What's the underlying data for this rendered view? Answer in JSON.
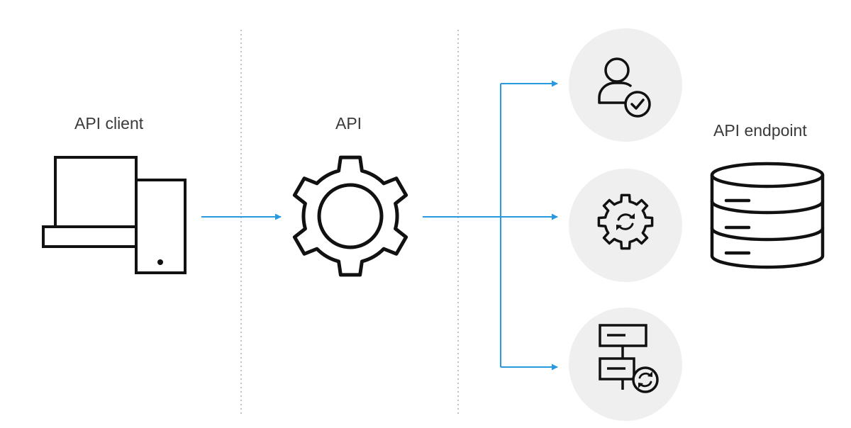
{
  "labels": {
    "client": "API client",
    "api": "API",
    "endpoint": "API endpoint"
  },
  "colors": {
    "arrow": "#2a9ae0",
    "divider": "#a0a0a0",
    "service_circle": "#efefef",
    "icon_stroke": "#111111",
    "label_text": "#3a3a3a"
  },
  "icons": {
    "client": "laptop-phone-icon",
    "api": "gear-icon",
    "services": [
      "user-check-icon",
      "gear-sync-icon",
      "flow-sync-icon"
    ],
    "endpoint": "database-icon"
  }
}
